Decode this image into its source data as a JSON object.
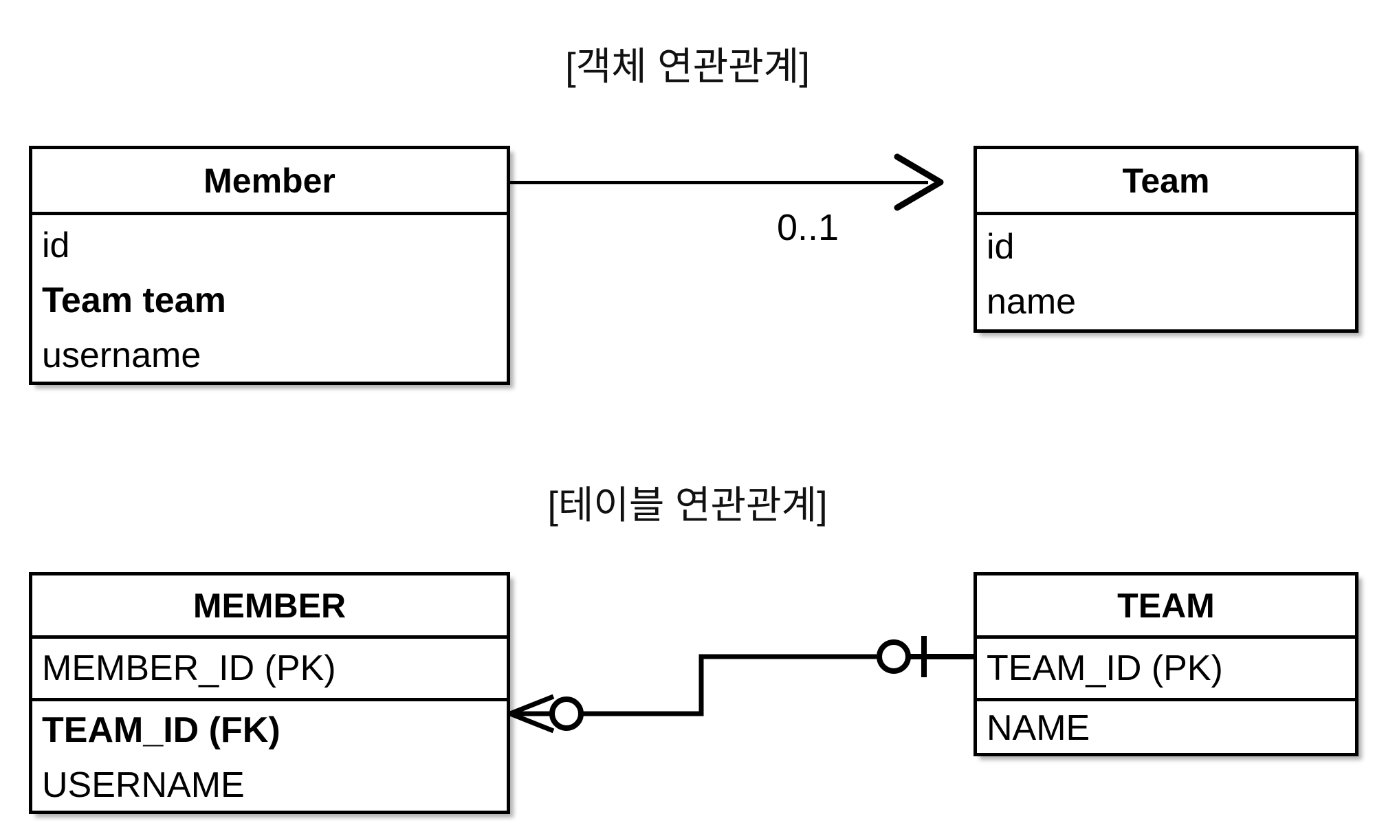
{
  "diagram": {
    "background": "#ffffff",
    "stroke": "#000000",
    "sections": [
      {
        "title": "[객체 연관관계]",
        "kind": "object-association"
      },
      {
        "title": "[테이블 연관관계]",
        "kind": "table-association"
      }
    ]
  },
  "object_model": {
    "title": "[객체 연관관계]",
    "member": {
      "name": "Member",
      "attributes": [
        {
          "label": "id",
          "bold": false
        },
        {
          "label": "Team team",
          "bold": true
        },
        {
          "label": "username",
          "bold": false
        }
      ]
    },
    "team": {
      "name": "Team",
      "attributes": [
        {
          "label": "id",
          "bold": false
        },
        {
          "label": "name",
          "bold": false
        }
      ]
    },
    "association": {
      "multiplicity": "0..1",
      "arrow_style": "open-arrowhead",
      "direction": "member-to-team"
    }
  },
  "table_model": {
    "title": "[테이블 연관관계]",
    "member_table": {
      "name": "MEMBER",
      "key_section": [
        {
          "label": "MEMBER_ID (PK)",
          "bold": false
        }
      ],
      "column_section": [
        {
          "label": "TEAM_ID (FK)",
          "bold": true
        },
        {
          "label": "USERNAME",
          "bold": false
        }
      ]
    },
    "team_table": {
      "name": "TEAM",
      "key_section": [
        {
          "label": "TEAM_ID (PK)",
          "bold": false
        }
      ],
      "column_section": [
        {
          "label": "NAME",
          "bold": false
        }
      ]
    },
    "relationship": {
      "left_notation": "crows-foot-zero-or-many",
      "right_notation": "zero-or-one",
      "line_style": "orthogonal-step"
    }
  }
}
